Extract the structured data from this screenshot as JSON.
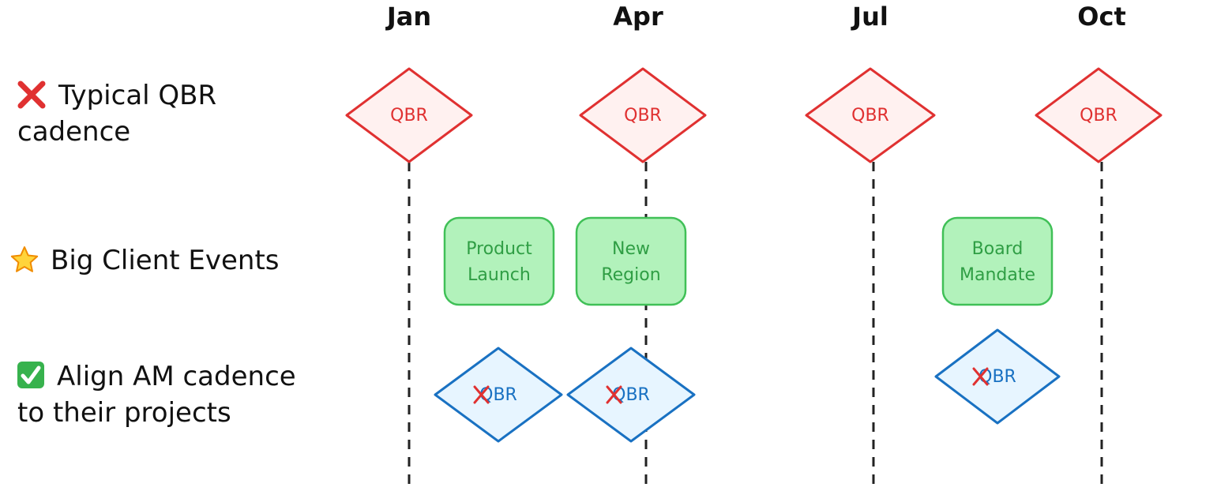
{
  "months": [
    {
      "label": "Jan"
    },
    {
      "label": "Apr"
    },
    {
      "label": "Jul"
    },
    {
      "label": "Oct"
    }
  ],
  "rows": {
    "typical": {
      "icon": "cross-mark-icon",
      "line1": "Typical QBR",
      "line2": "cadence"
    },
    "events": {
      "icon": "star-icon",
      "line1": "Big Client Events"
    },
    "align": {
      "icon": "check-mark-icon",
      "line1": "Align AM cadence",
      "line2": "to their projects"
    }
  },
  "typical_qbrs": [
    {
      "label": "QBR"
    },
    {
      "label": "QBR"
    },
    {
      "label": "QBR"
    },
    {
      "label": "QBR"
    }
  ],
  "events": [
    {
      "line1": "Product",
      "line2": "Launch"
    },
    {
      "line1": "New",
      "line2": "Region"
    },
    {
      "line1": "Board",
      "line2": "Mandate"
    }
  ],
  "aligned_qbrs": [
    {
      "label": "QBR",
      "struck": true
    },
    {
      "label": "QBR",
      "struck": true
    },
    {
      "label": "QBR",
      "struck": true
    }
  ],
  "colors": {
    "red_stroke": "#e03131",
    "red_fill": "#fff1f0",
    "green_stroke": "#40c057",
    "green_fill": "#b2f2bb",
    "green_text": "#2f9e44",
    "blue_stroke": "#1971c2",
    "blue_fill": "#e7f5ff"
  }
}
